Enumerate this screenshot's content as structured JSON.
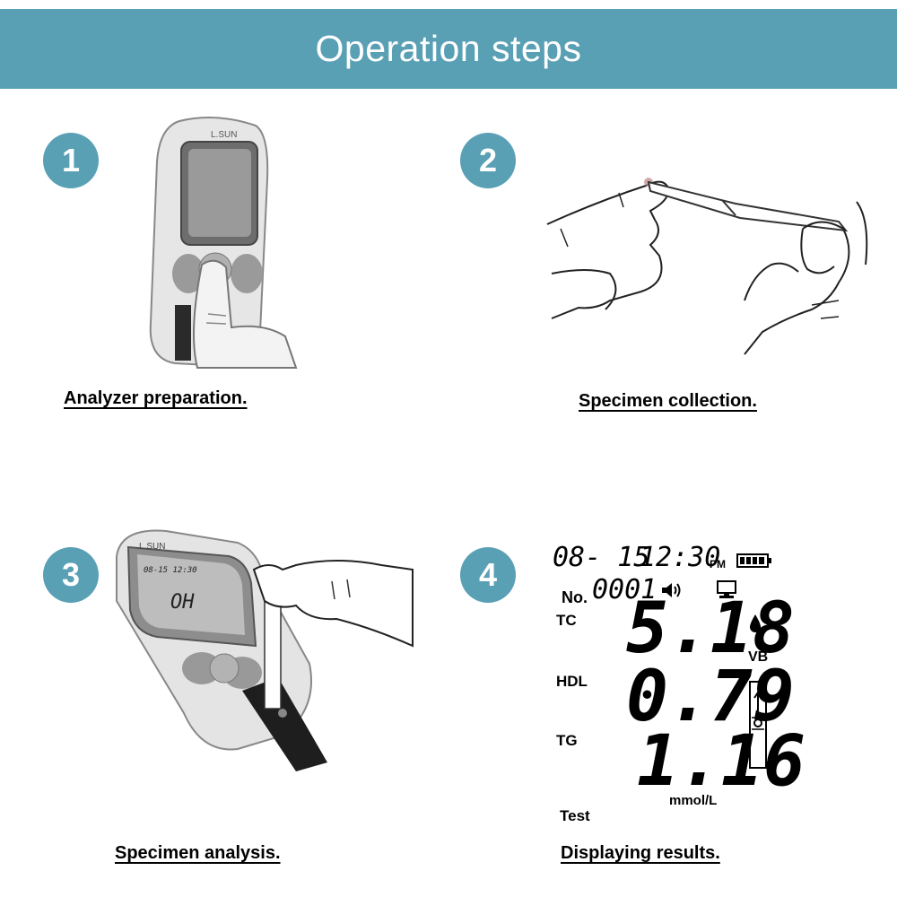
{
  "header": {
    "title": "Operation steps"
  },
  "steps": [
    {
      "number": "1",
      "caption": "Analyzer preparation.",
      "device_brand": "L.SUN"
    },
    {
      "number": "2",
      "caption": "Specimen collection."
    },
    {
      "number": "3",
      "caption": "Specimen analysis.",
      "device_brand": "L.SUN",
      "device_display": "OH",
      "device_time": "08-15 12:30"
    },
    {
      "number": "4",
      "caption": "Displaying results."
    }
  ],
  "display": {
    "date": "08- 15",
    "time": "12:30",
    "ampm": "PM",
    "no_label": "No.",
    "record_no": "0001",
    "rows": [
      {
        "label": "TC",
        "value": "5.18"
      },
      {
        "label": "HDL",
        "value": "0.79"
      },
      {
        "label": "TG",
        "value": "1.16"
      }
    ],
    "sample_type": "VB",
    "unit": "mmol/L",
    "mode": "Test"
  },
  "colors": {
    "accent": "#5aa0b5"
  }
}
